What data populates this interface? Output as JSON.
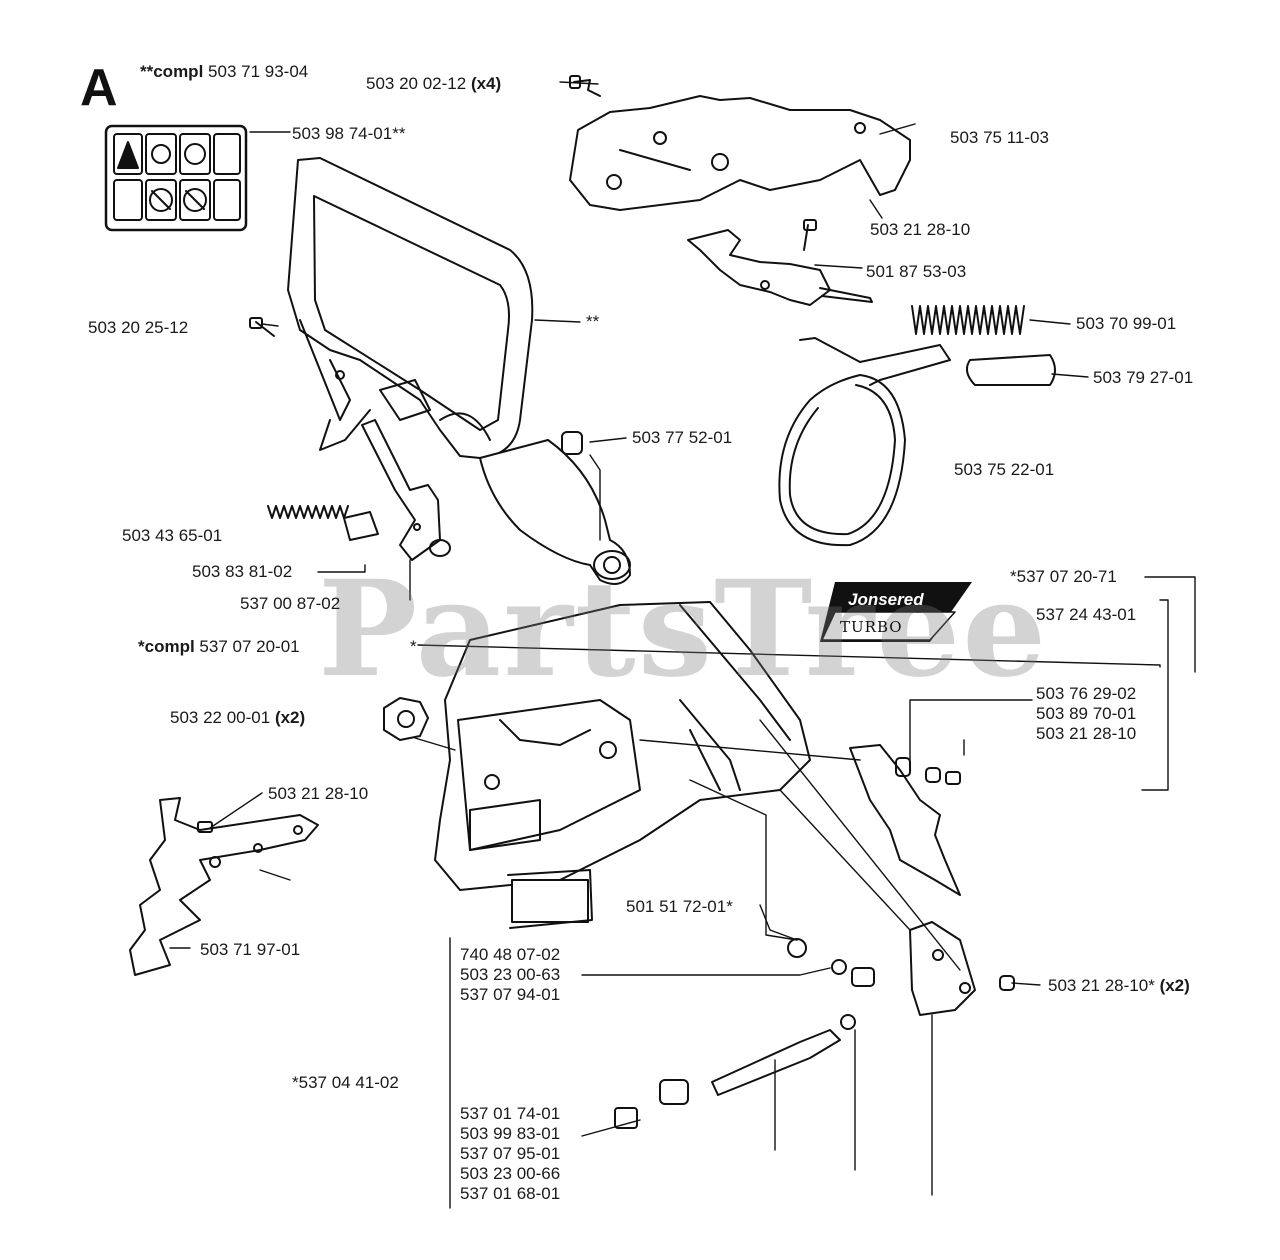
{
  "diagram": {
    "section_letter": "A",
    "watermark": "PartsTree",
    "brand": {
      "name": "Jonsered",
      "model": "TURBO"
    },
    "labels": {
      "compl_top": {
        "prefix": "**compl",
        "part": "503 71 93-04"
      },
      "screw_x4": {
        "part": "503 20 02-12",
        "qty": "(x4)"
      },
      "decal": "503 98 74-01**",
      "cover_top": "503 75 11-03",
      "screw_top": "503 21 28-10",
      "lever": "501 87 53-03",
      "spring": "503 70 99-01",
      "pin": "503 79 27-01",
      "band": "503 75 22-01",
      "screw_left": "503 20 25-12",
      "double_star": "**",
      "bushing": "503 77 52-01",
      "spring_small": "503 43 65-01",
      "block": "503 83 81-02",
      "trigger": "537 00 87-02",
      "compl_mid": {
        "prefix": "*compl",
        "part": "537 07 20-01"
      },
      "star": "*",
      "nut_x2": {
        "part": "503 22 00-01",
        "qty": "(x2)"
      },
      "clutch_star": "*537 07 20-71",
      "clutch_a": "537 24 43-01",
      "group_right": [
        "503 76 29-02",
        "503 89 70-01",
        "503 21 28-10"
      ],
      "screw_bumper": "503 21 28-10",
      "bumper": "503 71 97-01",
      "washer": "501 51 72-01*",
      "group_mid": [
        "740 48 07-02",
        "503 23 00-63",
        "537 07 94-01"
      ],
      "screw_x2": {
        "part": "503 21 28-10*",
        "qty": "(x2)"
      },
      "tensioner_kit": "*537 04 41-02",
      "group_bottom": [
        "537 01 74-01",
        "503 99 83-01",
        "537 07 95-01",
        "503 23 00-66",
        "537 01 68-01"
      ]
    }
  }
}
